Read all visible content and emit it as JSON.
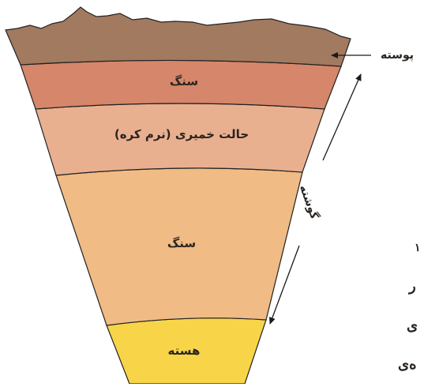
{
  "layers": [
    {
      "id": "crust",
      "label": "پوسته",
      "color": "#a27a5f"
    },
    {
      "id": "rock-upper",
      "label": "سنگ",
      "color": "#d6866a"
    },
    {
      "id": "plastic",
      "label": "حالت خمیری (نرم کره)",
      "color": "#e9b090"
    },
    {
      "id": "rock-lower",
      "label": "سنگ",
      "color": "#f0bb84"
    },
    {
      "id": "core",
      "label": "هسته",
      "color": "#f8d548"
    }
  ],
  "mantle_label": "گوشته",
  "edge_text": [
    "۱",
    "ر",
    "ی",
    "ه‌ی"
  ]
}
